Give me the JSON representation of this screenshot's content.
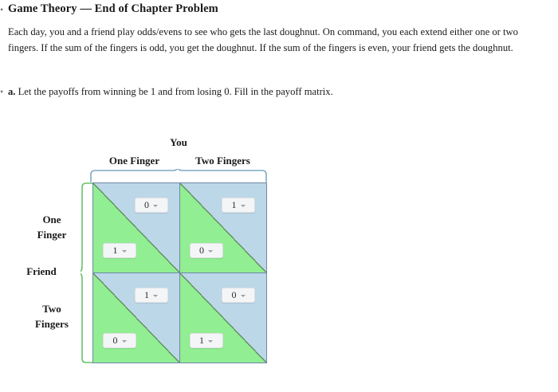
{
  "gutter": {
    "mark_1": "•",
    "mark_2": "•"
  },
  "problem": {
    "heading": "Game Theory — End of Chapter Problem",
    "body": "Each day, you and a friend play odds/evens to see who gets the last doughnut. On command, you each extend either one or two fingers. If the sum of the fingers is odd, you get the doughnut. If the sum of the fingers is even, your friend gets the doughnut.",
    "part_label": "a.",
    "part_text": "Let the payoffs from winning be 1 and from losing 0. Fill in the payoff matrix."
  },
  "matrix": {
    "column_player": "You",
    "row_player": "Friend",
    "column_headers": [
      "One Finger",
      "Two Fingers"
    ],
    "row_headers": [
      "One Finger",
      "Two Fingers"
    ],
    "colors": {
      "column_player_fill": "#bcd7e8",
      "row_player_fill": "#92ee92",
      "cell_border": "#6f88a8",
      "diagonal": "#5f8f5f",
      "top_brace": "#7fa8c4",
      "left_brace": "#6ac06a"
    },
    "cells": [
      {
        "row": "One Finger",
        "column": "One Finger",
        "column_player_payoff": "0",
        "row_player_payoff": "1"
      },
      {
        "row": "One Finger",
        "column": "Two Fingers",
        "column_player_payoff": "1",
        "row_player_payoff": "0"
      },
      {
        "row": "Two Fingers",
        "column": "One Finger",
        "column_player_payoff": "1",
        "row_player_payoff": "0"
      },
      {
        "row": "Two Fingers",
        "column": "Two Fingers",
        "column_player_payoff": "0",
        "row_player_payoff": "1"
      }
    ],
    "select_options": [
      "0",
      "1"
    ]
  }
}
